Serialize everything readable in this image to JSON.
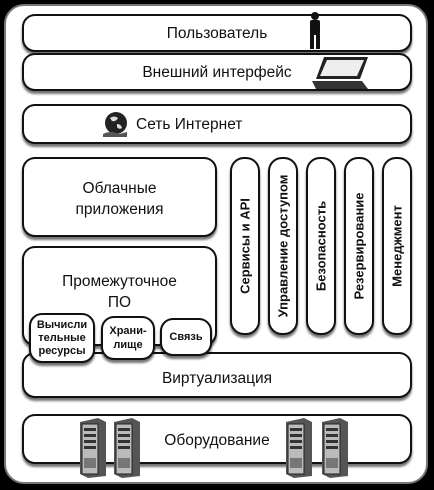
{
  "layers": {
    "user": "Пользователь",
    "interface": "Внешний интерфейс",
    "internet": "Сеть Интернет",
    "cloud_apps_line1": "Облачные",
    "cloud_apps_line2": "приложения",
    "middleware_line1": "Промежуточное",
    "middleware_line2": "ПО",
    "virtualization": "Виртуализация",
    "hardware": "Оборудование"
  },
  "middleware_components": {
    "compute_line1": "Вычисли",
    "compute_line2": "тельные",
    "compute_line3": "ресурсы",
    "storage_line1": "Храни-",
    "storage_line2": "лище",
    "network": "Связь"
  },
  "vertical_services": {
    "api": "Сервисы и API",
    "access": "Управление доступом",
    "security": "Безопасность",
    "backup": "Резервирование",
    "management": "Менеджмент"
  },
  "icons": [
    "person-icon",
    "laptop-icon",
    "globe-hand-icon",
    "server-icon"
  ]
}
